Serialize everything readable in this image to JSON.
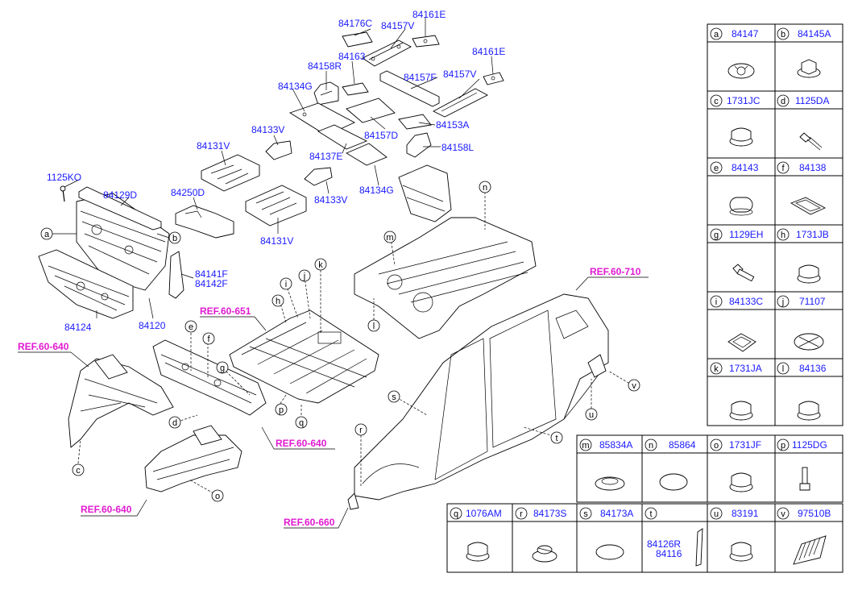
{
  "labels": {
    "p84176C": "84176C",
    "p84157V_top": "84157V",
    "p84161E_top": "84161E",
    "p84163": "84163",
    "p84158R": "84158R",
    "p84161E_right": "84161E",
    "p84134G_top": "84134G",
    "p84157F": "84157F",
    "p84157V_right": "84157V",
    "p84153A": "84153A",
    "p84157D": "84157D",
    "p84133V_top": "84133V",
    "p84131V_top": "84131V",
    "p84137E": "84137E",
    "p84158L": "84158L",
    "p1125KO": "1125KO",
    "p84129D": "84129D",
    "p84250D": "84250D",
    "p84133V_mid": "84133V",
    "p84134G_mid": "84134G",
    "p84131V_mid": "84131V",
    "p84141F": "84141F",
    "p84142F": "84142F",
    "p84124": "84124",
    "p84120": "84120"
  },
  "refs": {
    "ref_710": "REF.60-710",
    "ref_651": "REF.60-651",
    "ref_640_left": "REF.60-640",
    "ref_640_mid": "REF.60-640",
    "ref_640_bottom": "REF.60-640",
    "ref_660": "REF.60-660"
  },
  "letters": {
    "a": "a",
    "b": "b",
    "c": "c",
    "d": "d",
    "e": "e",
    "f": "f",
    "g": "g",
    "h": "h",
    "i": "i",
    "j": "j",
    "k": "k",
    "l": "l",
    "m": "m",
    "n": "n",
    "o": "o",
    "p": "p",
    "q": "q",
    "r": "r",
    "s": "s",
    "t": "t",
    "u": "u",
    "v": "v"
  },
  "legend": [
    {
      "letter": "a",
      "part": "84147"
    },
    {
      "letter": "b",
      "part": "84145A"
    },
    {
      "letter": "c",
      "part": "1731JC"
    },
    {
      "letter": "d",
      "part": "1125DA"
    },
    {
      "letter": "e",
      "part": "84143"
    },
    {
      "letter": "f",
      "part": "84138"
    },
    {
      "letter": "g",
      "part": "1129EH"
    },
    {
      "letter": "h",
      "part": "1731JB"
    },
    {
      "letter": "i",
      "part": "84133C"
    },
    {
      "letter": "j",
      "part": "71107"
    },
    {
      "letter": "k",
      "part": "1731JA"
    },
    {
      "letter": "l",
      "part": "84136"
    },
    {
      "letter": "m",
      "part": "85834A"
    },
    {
      "letter": "n",
      "part": "85864"
    },
    {
      "letter": "o",
      "part": "1731JF"
    },
    {
      "letter": "p",
      "part": "1125DG"
    },
    {
      "letter": "q",
      "part": "1076AM"
    },
    {
      "letter": "r",
      "part": "84173S"
    },
    {
      "letter": "s",
      "part": "84173A"
    },
    {
      "letter": "t",
      "part": ""
    },
    {
      "letter": "u",
      "part": "83191"
    },
    {
      "letter": "v",
      "part": "97510B"
    }
  ],
  "legend_t_parts": [
    "84126R",
    "84116"
  ]
}
